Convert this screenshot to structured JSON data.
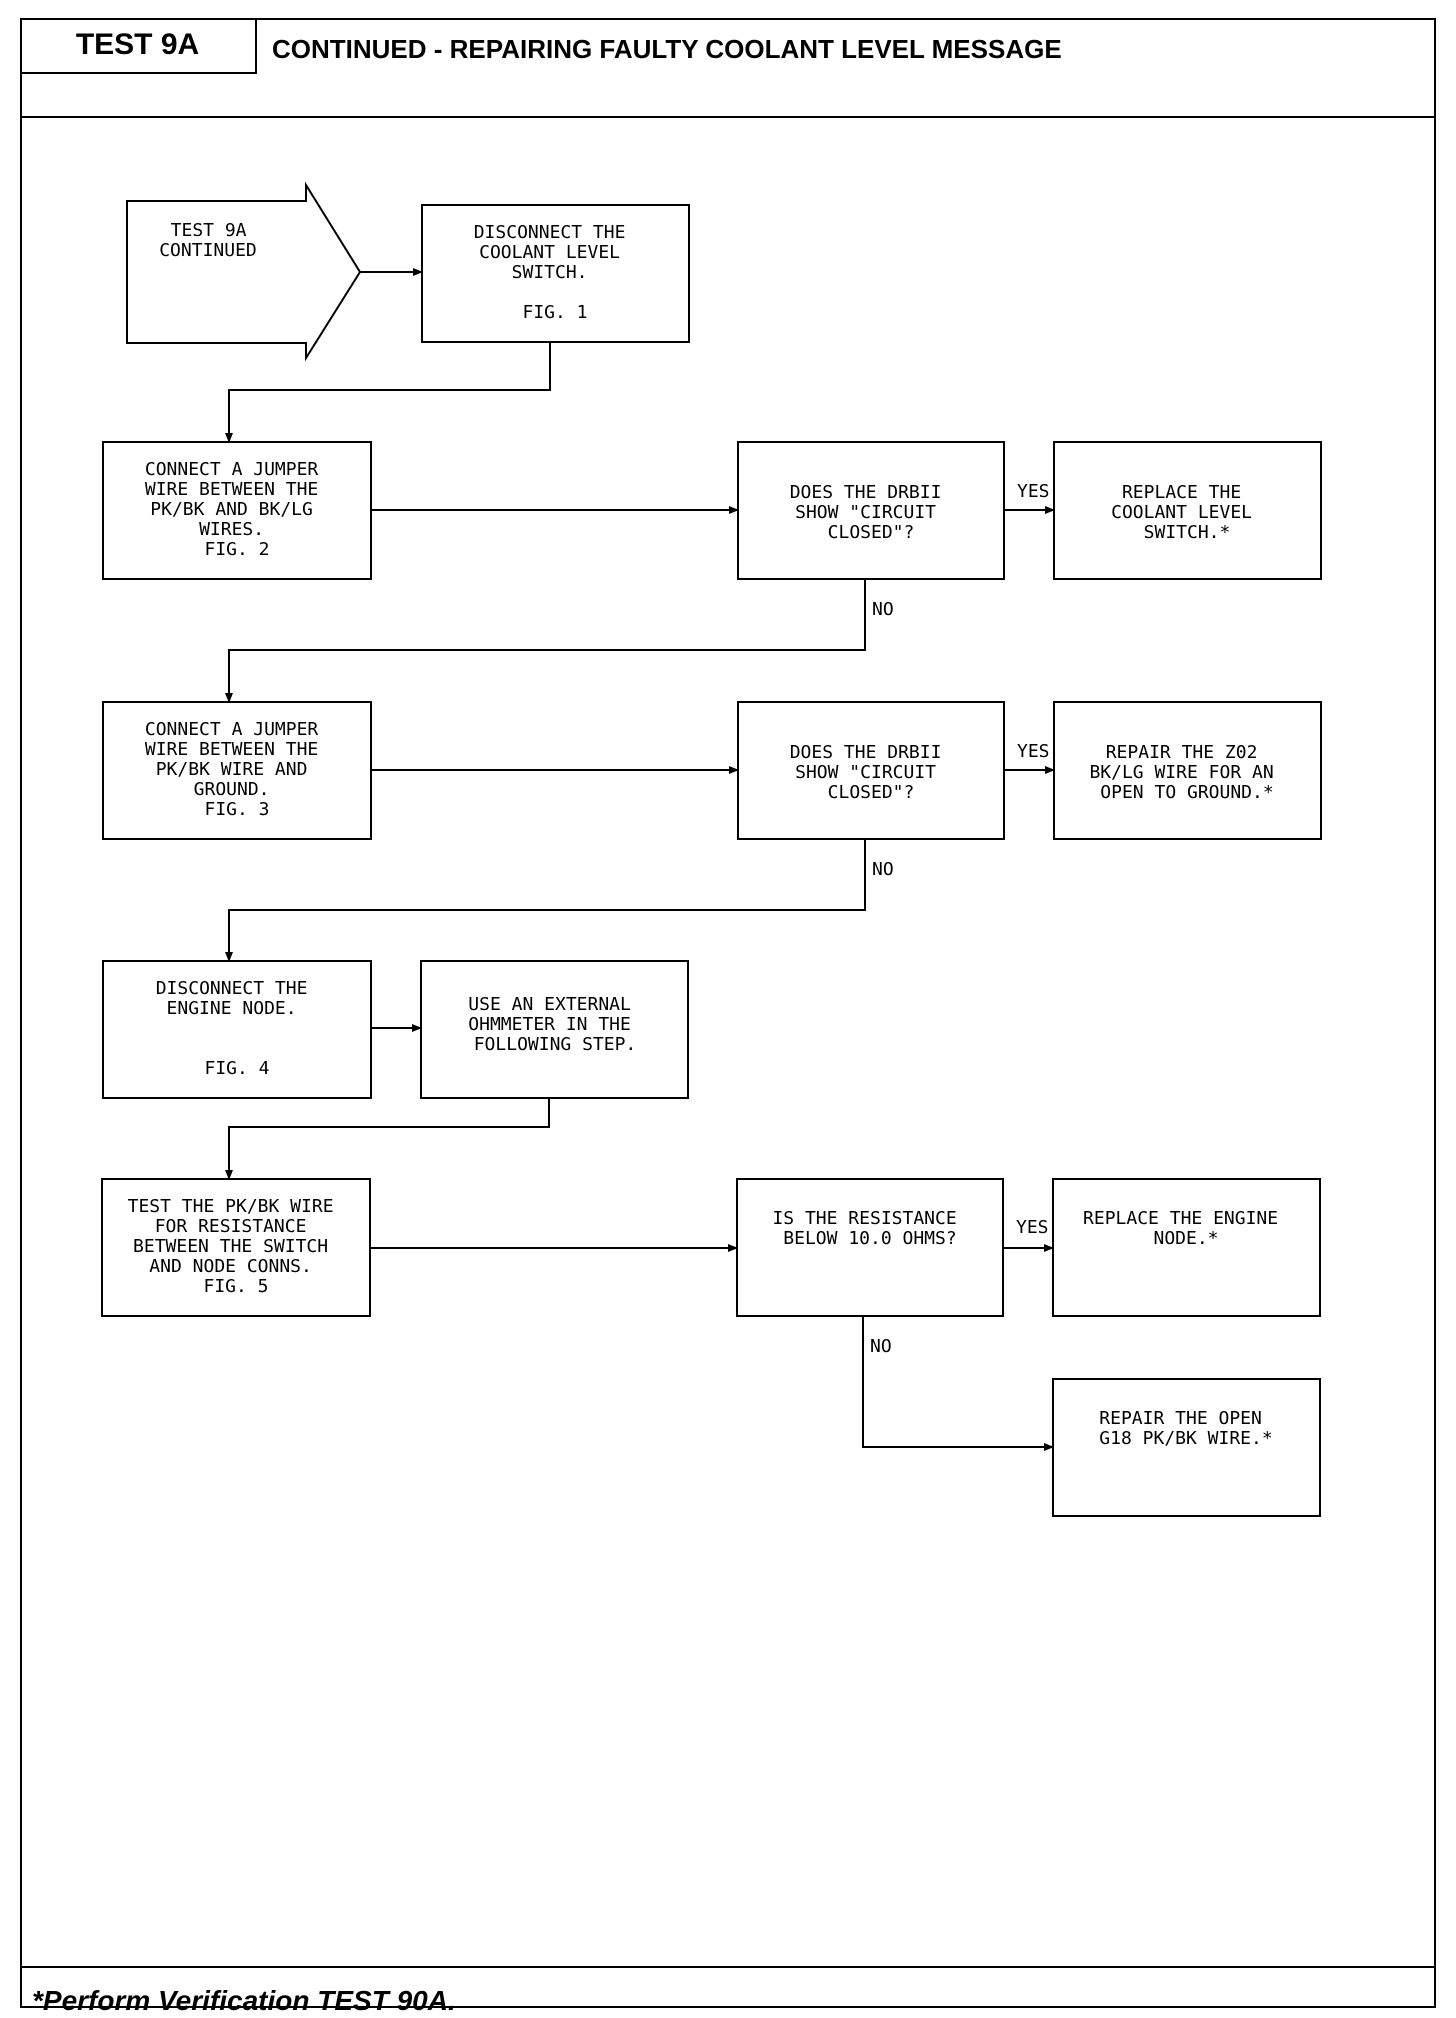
{
  "header": {
    "test_label": "TEST 9A",
    "title": "CONTINUED - REPAIRING FAULTY COOLANT LEVEL MESSAGE"
  },
  "footer": {
    "note": "*Perform Verification TEST 90A."
  },
  "flowchart": {
    "start": [
      "TEST 9A",
      "CONTINUED"
    ],
    "disconnect_switch": [
      "DISCONNECT THE",
      "COOLANT LEVEL",
      "SWITCH.",
      "",
      "FIG. 1"
    ],
    "jumper_pkbk_bklg": [
      "CONNECT A JUMPER",
      "WIRE BETWEEN THE",
      "PK/BK AND BK/LG",
      "WIRES.",
      "FIG. 2"
    ],
    "q1": [
      "DOES THE DRBII",
      "SHOW \"CIRCUIT",
      "CLOSED\"?"
    ],
    "replace_switch": [
      "REPLACE THE",
      "COOLANT LEVEL",
      "SWITCH.*"
    ],
    "jumper_pkbk_ground": [
      "CONNECT A JUMPER",
      "WIRE BETWEEN THE",
      "PK/BK WIRE AND",
      "GROUND.",
      "FIG. 3"
    ],
    "q2": [
      "DOES THE DRBII",
      "SHOW \"CIRCUIT",
      "CLOSED\"?"
    ],
    "repair_z02": [
      "REPAIR THE Z02",
      "BK/LG WIRE FOR AN",
      "OPEN TO GROUND.*"
    ],
    "disconnect_node": [
      "DISCONNECT THE",
      "ENGINE NODE.",
      "",
      "",
      "FIG. 4"
    ],
    "use_ohmmeter": [
      "USE AN EXTERNAL",
      "OHMMETER IN THE",
      "FOLLOWING STEP."
    ],
    "test_pkbk": [
      "TEST THE PK/BK WIRE",
      "FOR RESISTANCE",
      "BETWEEN THE SWITCH",
      "AND NODE CONNS.",
      "FIG. 5"
    ],
    "q3": [
      "IS THE RESISTANCE",
      "BELOW 10.0 OHMS?"
    ],
    "replace_node": [
      "REPLACE THE ENGINE",
      "NODE.*"
    ],
    "repair_g18": [
      "REPAIR THE OPEN",
      "G18 PK/BK WIRE.*"
    ],
    "yes_label": "YES",
    "no_label": "NO"
  }
}
